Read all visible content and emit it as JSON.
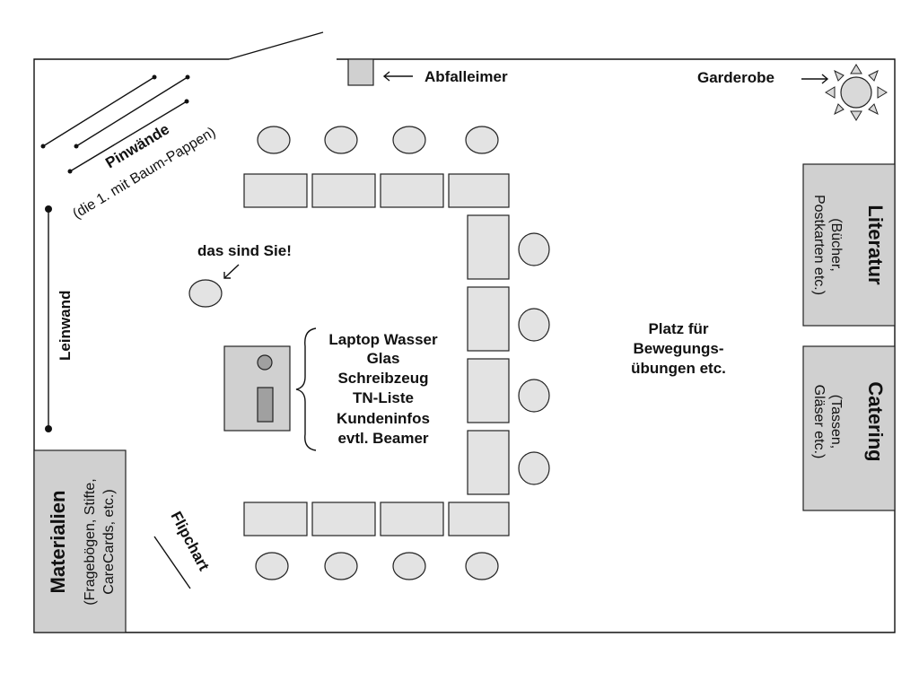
{
  "labels": {
    "abfalleimer": "Abfalleimer",
    "garderobe": "Garderobe",
    "pinwaende": "Pinwände",
    "pinwaende_note": "(die 1. mit Baum-Pappen)",
    "leinwand": "Leinwand",
    "das_sind_sie": "das sind Sie!",
    "desk_items": [
      "Laptop Wasser",
      "Glas",
      "Schreibzeug",
      "TN-Liste",
      "Kundeninfos",
      "evtl. Beamer"
    ],
    "platz": [
      "Platz für",
      "Bewegungs-",
      "übungen  etc."
    ],
    "literatur_title": "Literatur",
    "literatur_sub": [
      "(Bücher,",
      "Postkarten etc.)"
    ],
    "catering_title": "Catering",
    "catering_sub": [
      "(Tassen,",
      "Gläser etc.)"
    ],
    "materialien_title": "Materialien",
    "materialien_sub": [
      "(Fragebögen, Stifte,",
      "CareCards, etc.)"
    ],
    "flipchart": "Flipchart"
  },
  "colors": {
    "furniture": "#e3e3e3",
    "furniture_dark": "#d0d0d0",
    "sun": "#d9d9d9",
    "stroke": "#222222"
  }
}
